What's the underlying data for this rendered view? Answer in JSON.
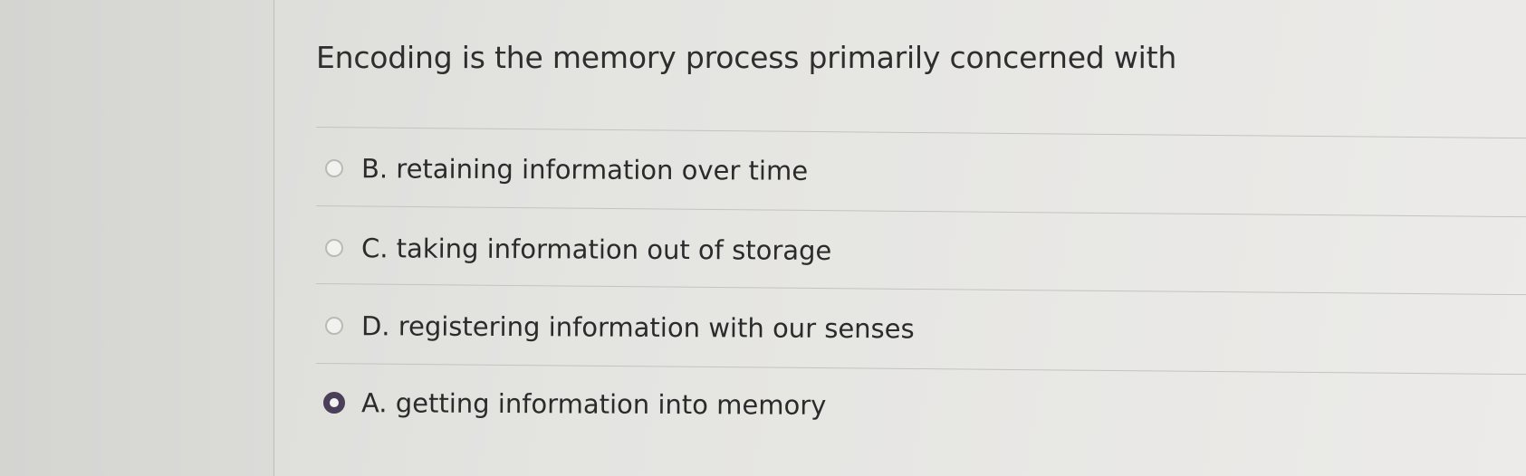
{
  "question": {
    "text": "Encoding is the memory process primarily concerned with"
  },
  "options": [
    {
      "label": "B. retaining information over time",
      "selected": false
    },
    {
      "label": "C. taking information out of storage",
      "selected": false
    },
    {
      "label": "D. registering information with our senses",
      "selected": false
    },
    {
      "label": "A. getting information into memory",
      "selected": true
    }
  ],
  "colors": {
    "selected_radio": "#4a3e58",
    "unselected_radio_border": "#b9b9b6",
    "divider": "#c3c3c0",
    "text": "#2b2b2b"
  }
}
